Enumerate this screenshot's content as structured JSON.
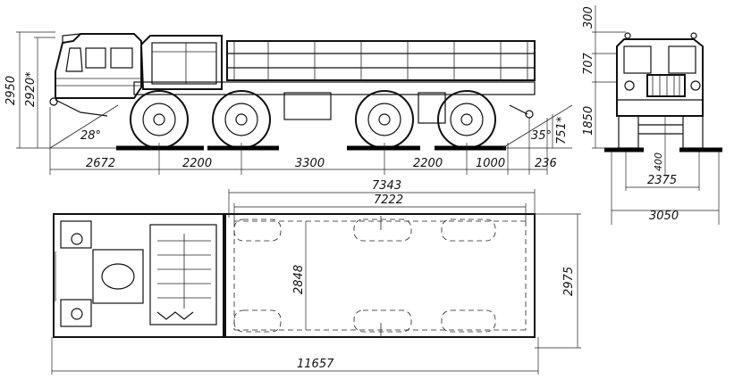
{
  "figure": {
    "side_view": {
      "wheelbase_segments": [
        "2672",
        "2200",
        "3300",
        "2200",
        "1000",
        "236"
      ],
      "heights": [
        "2950",
        "2920*",
        "751*"
      ],
      "angles": [
        "28°",
        "35°"
      ]
    },
    "top_view": {
      "overall_length": "11657",
      "platform_length": "7343",
      "platform_inner_length": "7222",
      "platform_width": "2848",
      "overall_width": "2975"
    },
    "front_view": {
      "height_segments": [
        "300",
        "707",
        "1850"
      ],
      "ground_clearance": "400",
      "track": "2375",
      "overall_width": "3050"
    }
  }
}
